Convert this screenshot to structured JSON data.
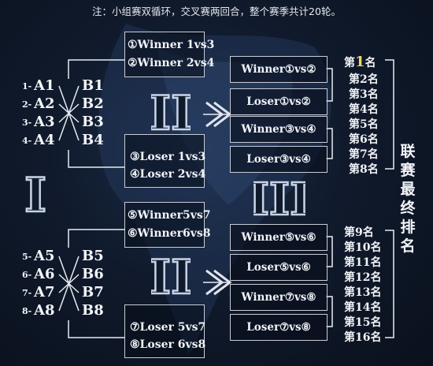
{
  "note": "注：小组赛双循环，交叉赛两回合，整个赛季共计20轮。",
  "group_top": [
    {
      "num": "1-",
      "a": "A1",
      "b": "B1"
    },
    {
      "num": "2-",
      "a": "A2",
      "b": "B2"
    },
    {
      "num": "3-",
      "a": "A3",
      "b": "B3"
    },
    {
      "num": "4-",
      "a": "A4",
      "b": "B4"
    }
  ],
  "group_bottom": [
    {
      "num": "5-",
      "a": "A5",
      "b": "B5"
    },
    {
      "num": "6-",
      "a": "A6",
      "b": "B6"
    },
    {
      "num": "7-",
      "a": "A7",
      "b": "B7"
    },
    {
      "num": "8-",
      "a": "A8",
      "b": "B8"
    }
  ],
  "stage_labels": {
    "one": "I",
    "two_top": "II",
    "two_bottom": "II",
    "three": "III"
  },
  "round2_top_winners": [
    "①Winner 1vs3",
    "②Winner 2vs4"
  ],
  "round2_top_losers": [
    "③Loser 1vs3",
    "④Loser 2vs4"
  ],
  "round2_bottom_winners": [
    "⑤Winner5vs7",
    "⑥Winner6vs8"
  ],
  "round2_bottom_losers": [
    "⑦Loser 5vs7",
    "⑧Loser 6vs8"
  ],
  "final_top": [
    "Winner①vs②",
    "Loser①vs②",
    "Winner③vs④",
    "Loser③vs④"
  ],
  "final_bottom": [
    "Winner⑤vs⑥",
    "Loser⑤vs⑥",
    "Winner⑦vs⑧",
    "Loser⑦vs⑧"
  ],
  "ranks_top": [
    "名",
    "第2名",
    "第3名",
    "第4名",
    "第5名",
    "第6名",
    "第7名",
    "第8名"
  ],
  "rank_first_prefix": "第",
  "rank_first_number": "1",
  "ranks_bottom": [
    "第9名",
    "第10名",
    "第11名",
    "第12名",
    "第13名",
    "第14名",
    "第15名",
    "第16名"
  ],
  "final_label": [
    "联",
    "赛",
    "最",
    "终",
    "排",
    "名"
  ]
}
